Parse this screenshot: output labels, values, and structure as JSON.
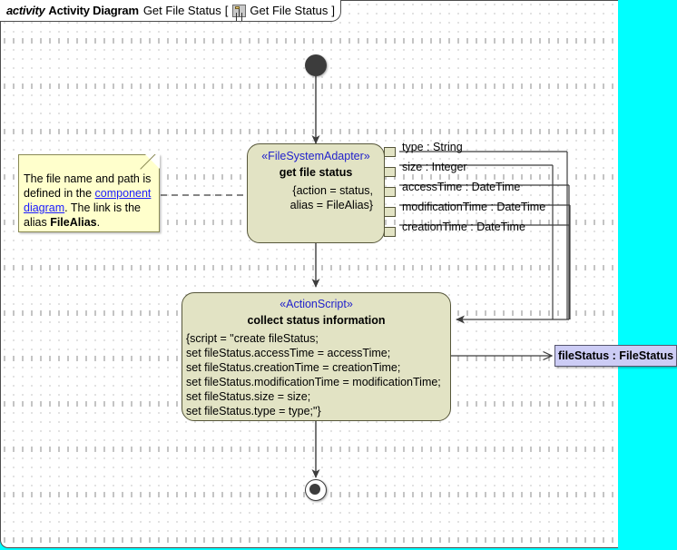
{
  "frame": {
    "keyword": "activity",
    "kind": "Activity Diagram",
    "diagram_name": "Get File Status",
    "bracket_open": "[",
    "bracket_close": "]",
    "owner_name": "Get File Status",
    "icon": "activity-diagram-icon"
  },
  "canvas": {
    "background_color": "#ffffff",
    "outside_color": "#00ffff",
    "grid": "dotted"
  },
  "note": {
    "name": "comment-note",
    "text_parts": {
      "part1": "The file name and path is defined in the ",
      "link": "component diagram",
      "part2": ". The link is the alias ",
      "bold": "FileAlias",
      "part3": "."
    },
    "fill_color": "#ffffcc",
    "link_color": "#1a1aff"
  },
  "nodes": {
    "initial": {
      "name": "initial-node",
      "label": ""
    },
    "final": {
      "name": "activity-final-node",
      "label": ""
    },
    "action1": {
      "stereotype": "«FileSystemAdapter»",
      "name": "get file status",
      "body": "{action = status,\nalias = FileAlias}",
      "fill_color": "#e2e3c4",
      "stereotype_color": "#2222cc"
    },
    "action2": {
      "stereotype": "«ActionScript»",
      "name": "collect status information",
      "body_lines": [
        "{script = \"create fileStatus;",
        "set fileStatus.accessTime = accessTime;",
        "set fileStatus.creationTime = creationTime;",
        "set fileStatus.modificationTime = modificationTime;",
        "set fileStatus.size = size;",
        "set fileStatus.type = type;\"}"
      ],
      "fill_color": "#e2e3c4",
      "stereotype_color": "#2222cc"
    },
    "object_node": {
      "label": "fileStatus : FileStatus",
      "fill_color": "#ccccf5"
    }
  },
  "pins": [
    {
      "label": "type : String"
    },
    {
      "label": "size : Integer"
    },
    {
      "label": "accessTime : DateTime"
    },
    {
      "label": "modificationTime : DateTime"
    },
    {
      "label": "creationTime : DateTime"
    }
  ]
}
